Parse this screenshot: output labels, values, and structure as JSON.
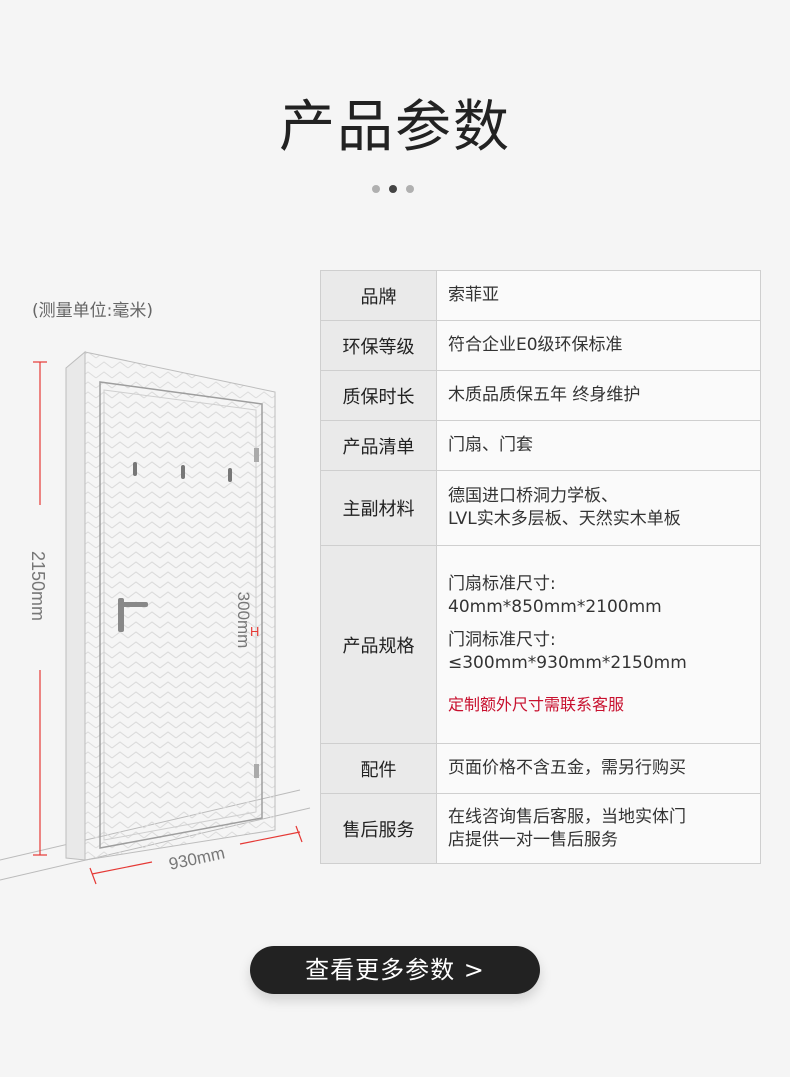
{
  "header": {
    "title": "产品参数"
  },
  "unit_note": "(测量单位:毫米)",
  "diagram": {
    "height_label": "2150mm",
    "width_label": "930mm",
    "depth_label": "300mm",
    "depth_marker": "H",
    "accent_color": "#e53935"
  },
  "specs": [
    {
      "key": "品牌",
      "value": "索菲亚"
    },
    {
      "key": "环保等级",
      "value": "符合企业E0级环保标准"
    },
    {
      "key": "质保时长",
      "value": "木质品质保五年 终身维护"
    },
    {
      "key": "产品清单",
      "value": "门扇、门套"
    },
    {
      "key": "主副材料",
      "lines": [
        "德国进口桥洞力学板、",
        "LVL实木多层板、天然实木单板"
      ]
    },
    {
      "key": "产品规格",
      "lines": [
        "门扇标准尺寸:",
        "40mm*850mm*2100mm",
        "门洞标准尺寸:",
        "≤300mm*930mm*2150mm"
      ],
      "note": "定制额外尺寸需联系客服",
      "note_color": "#c8102e"
    },
    {
      "key": "配件",
      "value": "页面价格不含五金，需另行购买"
    },
    {
      "key": "售后服务",
      "lines": [
        "在线咨询售后客服，当地实体门",
        "店提供一对一售后服务"
      ]
    }
  ],
  "cta": {
    "label": "查看更多参数 >"
  }
}
